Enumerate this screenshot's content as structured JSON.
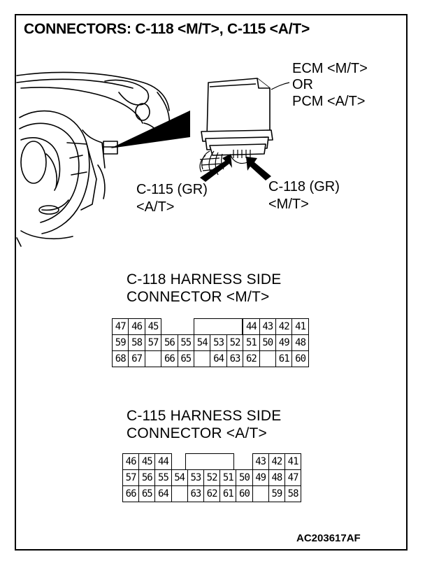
{
  "title": "CONNECTORS: C-118 <M/T>, C-115 <A/T>",
  "module_label": {
    "line1": "ECM <M/T>",
    "line2": "OR",
    "line3": "PCM <A/T>"
  },
  "callouts": {
    "c115": {
      "line1": "C-115 (GR)",
      "line2": "<A/T>"
    },
    "c118": {
      "line1": "C-118 (GR)",
      "line2": "<M/T>"
    }
  },
  "connectors": [
    {
      "id": "c118",
      "heading_line1": "C-118 HARNESS SIDE",
      "heading_line2": "CONNECTOR <M/T>",
      "rows": [
        [
          "47",
          "46",
          "45",
          "",
          "",
          "",
          "",
          "",
          "44",
          "43",
          "42",
          "41"
        ],
        [
          "59",
          "58",
          "57",
          "56",
          "55",
          "54",
          "53",
          "52",
          "51",
          "50",
          "49",
          "48"
        ],
        [
          "68",
          "67",
          "",
          "66",
          "65",
          "",
          "64",
          "63",
          "62",
          "",
          "61",
          "60"
        ]
      ]
    },
    {
      "id": "c115",
      "heading_line1": "C-115 HARNESS SIDE",
      "heading_line2": "CONNECTOR <A/T>",
      "rows": [
        [
          "46",
          "45",
          "44",
          "",
          "",
          "",
          "",
          "",
          "43",
          "42",
          "41"
        ],
        [
          "57",
          "56",
          "55",
          "54",
          "53",
          "52",
          "51",
          "50",
          "49",
          "48",
          "47"
        ],
        [
          "66",
          "65",
          "64",
          "",
          "63",
          "62",
          "61",
          "60",
          "",
          "59",
          "58"
        ]
      ]
    }
  ],
  "figure_code": "AC203617AF"
}
